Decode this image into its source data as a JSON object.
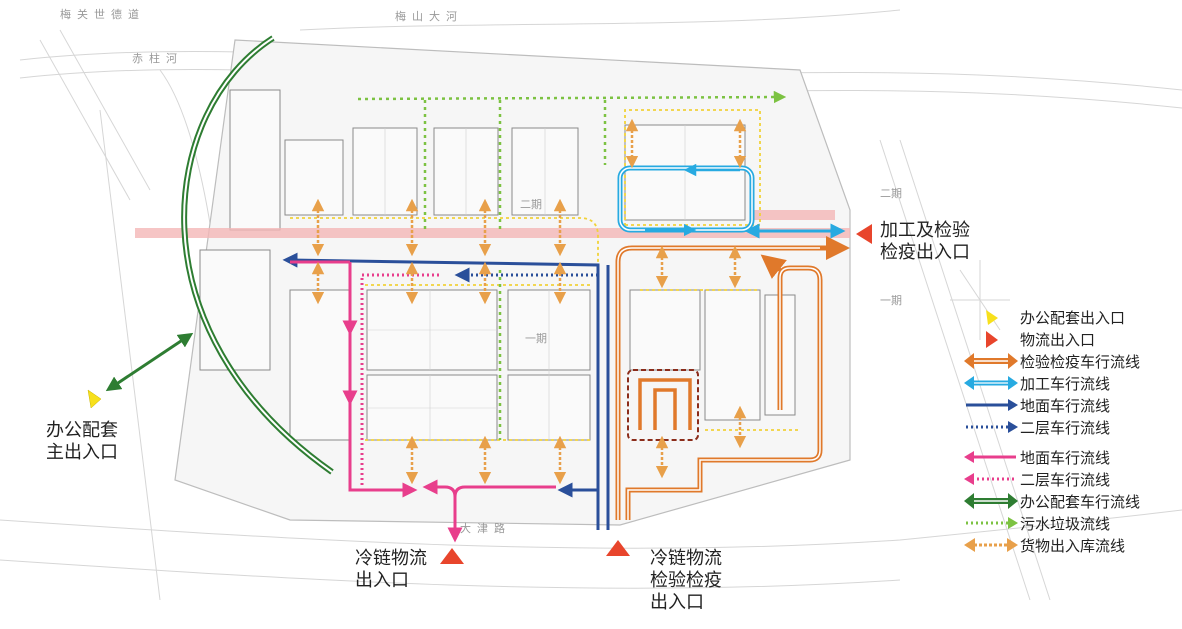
{
  "road_labels": {
    "north_river": "梅山大河",
    "northwest": "梅关世德道",
    "west": "赤柱河",
    "south": "大津路"
  },
  "entrances": {
    "processing": "加工及检验检疫出入口",
    "processing_l1": "加工及检验",
    "processing_l2": "检疫出入口",
    "office_main_l1": "办公配套",
    "office_main_l2": "主出入口",
    "cold_chain_l1": "冷链物流",
    "cold_chain_l2": "出入口",
    "cold_inspect_l1": "冷链物流",
    "cold_inspect_l2": "检验检疫",
    "cold_inspect_l3": "出入口"
  },
  "plan_tags": {
    "phase2_a": "二期",
    "phase2_b": "二期",
    "phase1_a": "一期",
    "phase1_b": "一期"
  },
  "legend": [
    {
      "key": "office-entrance",
      "label": "办公配套出入口",
      "color": "#f7e01c",
      "kind": "tri-yellow"
    },
    {
      "key": "logistics-entrance",
      "label": "物流出入口",
      "color": "#e8452c",
      "kind": "tri-red"
    },
    {
      "key": "inspection-flow",
      "label": "检验检疫车行流线",
      "color": "#e0792b",
      "kind": "double-arrow"
    },
    {
      "key": "processing-flow",
      "label": "加工车行流线",
      "color": "#27aae1",
      "kind": "double-arrow"
    },
    {
      "key": "ground-vehicle-blue",
      "label": "地面车行流线",
      "color": "#2a4f9a",
      "kind": "solid-arrow"
    },
    {
      "key": "second-floor-blue",
      "label": "二层车行流线",
      "color": "#2a4f9a",
      "kind": "dotted-arrow"
    },
    {
      "key": "ground-vehicle-pink",
      "label": "地面车行流线",
      "color": "#e83e8c",
      "kind": "solid-arrow"
    },
    {
      "key": "second-floor-pink",
      "label": "二层车行流线",
      "color": "#e83e8c",
      "kind": "dotted-arrow"
    },
    {
      "key": "office-vehicle",
      "label": "办公配套车行流线",
      "color": "#2e7d32",
      "kind": "double-arrow"
    },
    {
      "key": "sewage-flow",
      "label": "污水垃圾流线",
      "color": "#7cc242",
      "kind": "dotted-arrow"
    },
    {
      "key": "cargo-flow",
      "label": "货物出入库流线",
      "color": "#e8a04a",
      "kind": "dashed-double"
    }
  ]
}
